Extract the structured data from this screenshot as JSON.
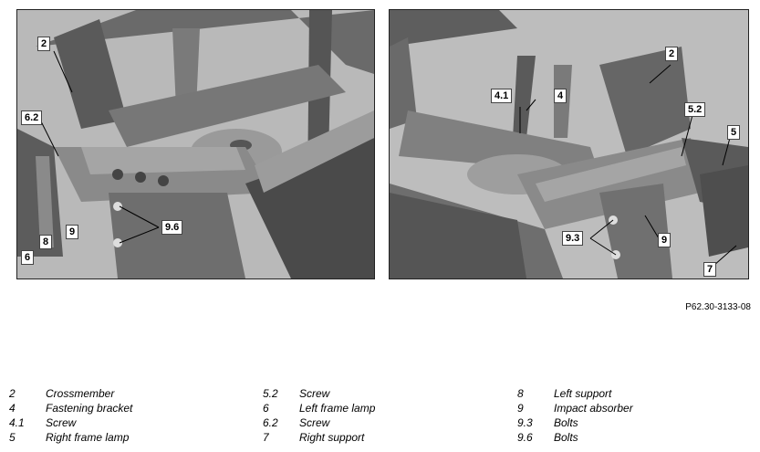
{
  "figure": {
    "left_callouts": [
      "2",
      "6.2",
      "6",
      "8",
      "9",
      "9.6"
    ],
    "right_callouts": [
      "4.1",
      "4",
      "2",
      "5.2",
      "5",
      "9.3",
      "9",
      "7"
    ],
    "reference": "P62.30-3133-08"
  },
  "legend": [
    [
      {
        "num": "2",
        "label": "Crossmember"
      },
      {
        "num": "4",
        "label": "Fastening bracket"
      },
      {
        "num": "4.1",
        "label": "Screw"
      },
      {
        "num": "5",
        "label": "Right frame lamp"
      }
    ],
    [
      {
        "num": "5.2",
        "label": "Screw"
      },
      {
        "num": "6",
        "label": "Left frame lamp"
      },
      {
        "num": "6.2",
        "label": "Screw"
      },
      {
        "num": "7",
        "label": "Right support"
      }
    ],
    [
      {
        "num": "8",
        "label": "Left support"
      },
      {
        "num": "9",
        "label": "Impact absorber"
      },
      {
        "num": "9.3",
        "label": "Bolts"
      },
      {
        "num": "9.6",
        "label": "Bolts"
      }
    ]
  ],
  "colors": {
    "panel_bg": "#bdbdbd",
    "metal_dark": "#4a4a4a",
    "metal_light": "#8a8a8a"
  }
}
